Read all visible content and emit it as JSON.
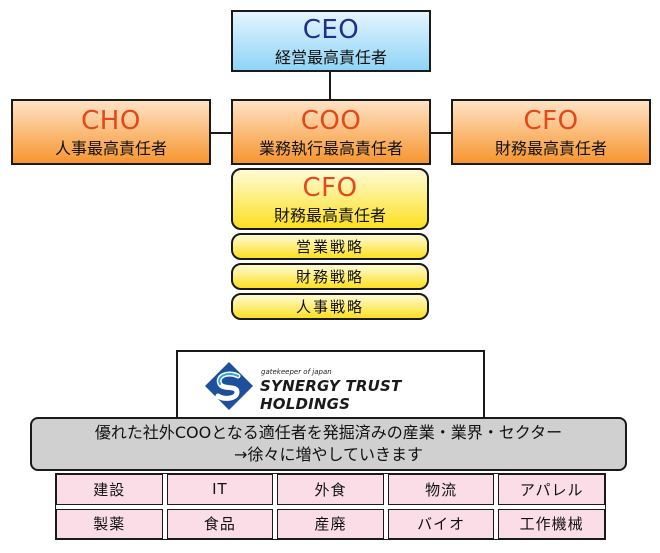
{
  "ceo": {
    "code": "CEO",
    "title": "経営最高責任者"
  },
  "cho": {
    "code": "CHO",
    "title": "人事最高責任者"
  },
  "coo": {
    "code": "COO",
    "title": "業務執行最高責任者"
  },
  "cfo_right": {
    "code": "CFO",
    "title": "財務最高責任者"
  },
  "cfo_center": {
    "code": "CFO",
    "title": "財務最高責任者"
  },
  "strategies": [
    "営業戦略",
    "財務戦略",
    "人事戦略"
  ],
  "logo": {
    "small_text": "gatekeeper of japan",
    "name": "SYNERGY TRUST HOLDINGS"
  },
  "banner": {
    "line1": "優れた社外COOとなる適任者を発掘済みの産業・業界・セクター",
    "line2": "→徐々に増やしていきます"
  },
  "industries": [
    "建設",
    "IT",
    "外食",
    "物流",
    "アパレル",
    "製薬",
    "食品",
    "産廃",
    "バイオ",
    "工作機械"
  ],
  "colors": {
    "ceo_fill": "#8fd4f6",
    "ceo_text": "#232d8c",
    "orange_fill": "#f6962f",
    "orange_text": "#e1481a",
    "yellow_fill": "#fce021",
    "banner_fill": "#d0d0d0",
    "cell_fill": "#fbdde8",
    "logo_blue": "#1d4f9c",
    "logo_cyan": "#2aa7e0"
  }
}
